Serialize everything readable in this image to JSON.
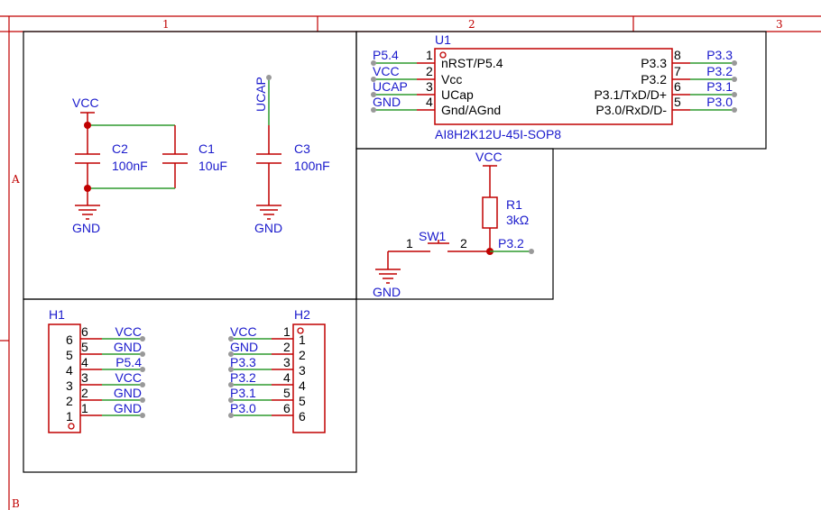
{
  "frame": {
    "columns": [
      "1",
      "2",
      "3"
    ],
    "rows": [
      "A",
      "B"
    ]
  },
  "u1": {
    "ref": "U1",
    "part": "AI8H2K12U-45I-SOP8",
    "left_pins": [
      {
        "num": "1",
        "name": "nRST/P5.4",
        "net": "P5.4"
      },
      {
        "num": "2",
        "name": "Vcc",
        "net": "VCC"
      },
      {
        "num": "3",
        "name": "UCap",
        "net": "UCAP"
      },
      {
        "num": "4",
        "name": "Gnd/AGnd",
        "net": "GND"
      }
    ],
    "right_pins": [
      {
        "num": "8",
        "name": "P3.3",
        "net": "P3.3"
      },
      {
        "num": "7",
        "name": "P3.2",
        "net": "P3.2"
      },
      {
        "num": "6",
        "name": "P3.1/TxD/D+",
        "net": "P3.1"
      },
      {
        "num": "5",
        "name": "P3.0/RxD/D-",
        "net": "P3.0"
      }
    ]
  },
  "caps": {
    "c2": {
      "ref": "C2",
      "value": "100nF"
    },
    "c1": {
      "ref": "C1",
      "value": "10uF"
    },
    "c3": {
      "ref": "C3",
      "value": "100nF"
    },
    "vcc": "VCC",
    "gnd": "GND",
    "ucap": "UCAP",
    "gnd2": "GND"
  },
  "reset": {
    "vcc": "VCC",
    "r1_ref": "R1",
    "r1_value": "3kΩ",
    "sw_ref": "SW1",
    "sw_pin1": "1",
    "sw_pin2": "2",
    "net_out": "P3.2",
    "gnd": "GND"
  },
  "h1": {
    "ref": "H1",
    "pins": [
      {
        "num": "6",
        "net": "VCC"
      },
      {
        "num": "5",
        "net": "GND"
      },
      {
        "num": "4",
        "net": "P5.4"
      },
      {
        "num": "3",
        "net": "VCC"
      },
      {
        "num": "2",
        "net": "GND"
      },
      {
        "num": "1",
        "net": "GND"
      }
    ]
  },
  "h2": {
    "ref": "H2",
    "pins": [
      {
        "num": "1",
        "net": "VCC"
      },
      {
        "num": "2",
        "net": "GND"
      },
      {
        "num": "3",
        "net": "P3.3"
      },
      {
        "num": "4",
        "net": "P3.2"
      },
      {
        "num": "5",
        "net": "P3.1"
      },
      {
        "num": "6",
        "net": "P3.0"
      }
    ]
  },
  "colors": {
    "frame": "#c00000",
    "wire": "#2e9a2e",
    "label": "#1a1acc",
    "endpoint": "#999999"
  }
}
